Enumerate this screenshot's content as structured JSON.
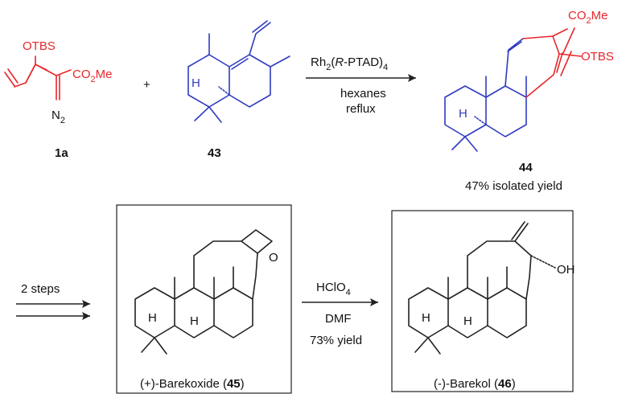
{
  "reagents_top": {
    "catalyst_prefix": "Rh",
    "catalyst_sub1": "2",
    "catalyst_paren_open": "(",
    "catalyst_italic": "R",
    "catalyst_rest": "-PTAD)",
    "catalyst_sub2": "4",
    "solvent": "hexanes",
    "condition": "reflux"
  },
  "compound_1a": {
    "label": "1a",
    "otbs": "OTBS",
    "ester_co": "CO",
    "ester_sub": "2",
    "ester_me": "Me",
    "diazo_n": "N",
    "diazo_sub": "2"
  },
  "plus": "+",
  "compound_43": {
    "label": "43",
    "h": "H"
  },
  "compound_44": {
    "label": "44",
    "yield": "47% isolated yield",
    "ester_co": "CO",
    "ester_sub": "2",
    "ester_me": "Me",
    "otbs": "OTBS",
    "h": "H"
  },
  "step2": {
    "label": "2 steps"
  },
  "step3": {
    "reagent_main": "HClO",
    "reagent_sub": "4",
    "solvent": "DMF",
    "yield": "73% yield"
  },
  "compound_45": {
    "name_prefix": "(+)-Barekoxide (",
    "number": "45",
    "name_suffix": ")",
    "o": "O",
    "h1": "H",
    "h2": "H"
  },
  "compound_46": {
    "name_prefix": "(-)-Barekol (",
    "number": "46",
    "name_suffix": ")",
    "oh": "OH",
    "h1": "H",
    "h2": "H"
  },
  "colors": {
    "reagent_1a": "#e8262a",
    "substrate_43": "#2f3bbf",
    "bonds": "#222222"
  }
}
